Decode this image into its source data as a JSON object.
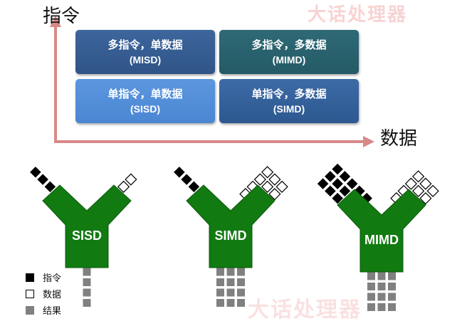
{
  "watermark": "大话处理器",
  "axes": {
    "y_label": "指令",
    "x_label": "数据"
  },
  "quadrants": {
    "misd": {
      "cn": "多指令，单数据",
      "en": "(MISD)"
    },
    "mimd": {
      "cn": "多指令，多数据",
      "en": "(MIMD)"
    },
    "sisd": {
      "cn": "单指令，单数据",
      "en": "(SISD)"
    },
    "simd": {
      "cn": "单指令，多数据",
      "en": "(SIMD)"
    }
  },
  "processors": [
    {
      "label": "SISD",
      "instr_rows": 1,
      "data_rows": 1,
      "result_cols": 1
    },
    {
      "label": "SIMD",
      "instr_rows": 1,
      "data_rows": 3,
      "result_cols": 3
    },
    {
      "label": "MIMD",
      "instr_rows": 3,
      "data_rows": 3,
      "result_cols": 3
    }
  ],
  "legend": [
    {
      "label": "指令",
      "kind": "instruction"
    },
    {
      "label": "数据",
      "kind": "data"
    },
    {
      "label": "结果",
      "kind": "result"
    }
  ],
  "colors": {
    "arrow": "#d98888",
    "processor": "#117a11",
    "instruction": "#000000",
    "data": "#ffffff",
    "result": "#808080"
  }
}
